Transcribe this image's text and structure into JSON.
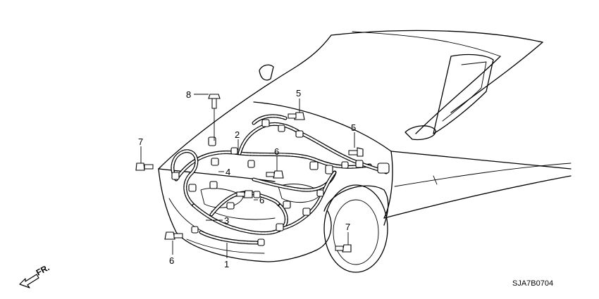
{
  "diagram": {
    "callouts": [
      {
        "id": "part-1",
        "label": "1"
      },
      {
        "id": "part-2",
        "label": "2"
      },
      {
        "id": "part-3",
        "label": "3"
      },
      {
        "id": "part-4",
        "label": "4"
      },
      {
        "id": "part-5a",
        "label": "5"
      },
      {
        "id": "part-5b",
        "label": "5"
      },
      {
        "id": "part-6a",
        "label": "6"
      },
      {
        "id": "part-6b",
        "label": "6"
      },
      {
        "id": "part-6c",
        "label": "6"
      },
      {
        "id": "part-7a",
        "label": "7"
      },
      {
        "id": "part-7b",
        "label": "7"
      },
      {
        "id": "part-8",
        "label": "8"
      }
    ],
    "front_indicator": "FR.",
    "drawing_code": "SJA7B0704"
  }
}
